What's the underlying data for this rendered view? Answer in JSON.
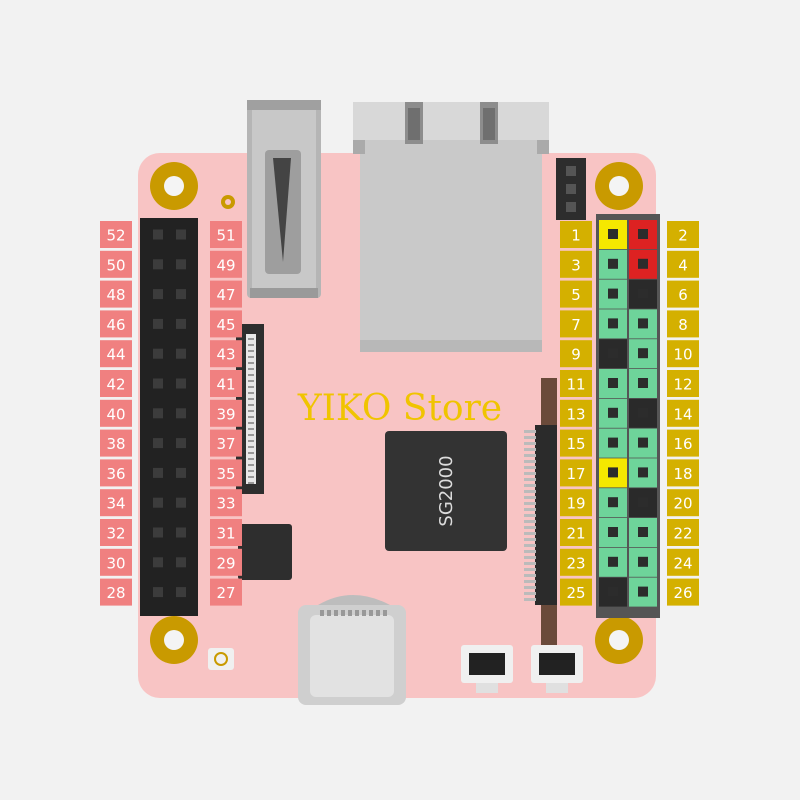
{
  "board": {
    "chip_label": "SG2000",
    "watermark": "YIKO Store"
  },
  "pins_left": {
    "outer_labels": [
      "52",
      "50",
      "48",
      "46",
      "44",
      "42",
      "40",
      "38",
      "36",
      "34",
      "32",
      "30",
      "28"
    ],
    "inner_labels": [
      "51",
      "49",
      "47",
      "45",
      "43",
      "41",
      "39",
      "37",
      "35",
      "33",
      "31",
      "29",
      "27"
    ]
  },
  "pins_right": {
    "odd_labels": [
      "1",
      "3",
      "5",
      "7",
      "9",
      "11",
      "13",
      "15",
      "17",
      "19",
      "21",
      "23",
      "25"
    ],
    "even_labels": [
      "2",
      "4",
      "6",
      "8",
      "10",
      "12",
      "14",
      "16",
      "18",
      "20",
      "22",
      "24",
      "26"
    ],
    "odd_pin_types": [
      "3v3",
      "gpio",
      "gpio",
      "gpio",
      "gnd",
      "gpio",
      "gpio",
      "gpio",
      "3v3",
      "gpio",
      "gpio",
      "gpio",
      "gnd"
    ],
    "even_pin_types": [
      "5v",
      "5v",
      "gnd",
      "gpio",
      "gpio",
      "gpio",
      "gnd",
      "gpio",
      "gpio",
      "gnd",
      "gpio",
      "gpio",
      "gpio"
    ]
  },
  "colors": {
    "background": "#f2f2f2",
    "pcb": "#f8c4c4",
    "left_label_box": "#f08080",
    "right_label_box": "#d4b000",
    "mount_hole_ring": "#cfa000",
    "pin_3v3": "#f5e800",
    "pin_5v": "#dd2222",
    "pin_gnd": "#2a2a2a",
    "pin_gpio": "#6ed49a",
    "watermark": "#f0c400"
  }
}
